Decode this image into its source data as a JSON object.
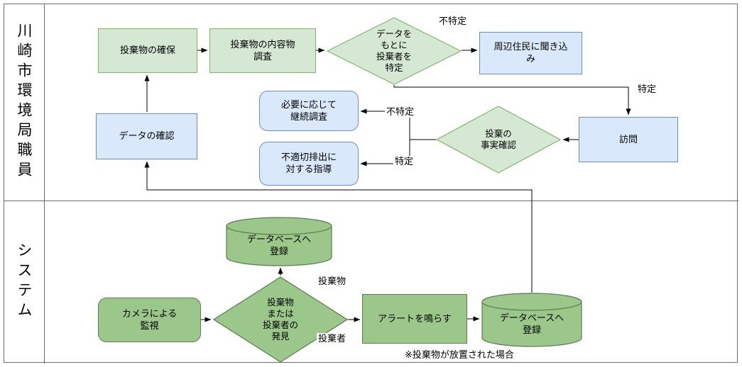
{
  "lanes": [
    {
      "label": "川崎市環境局職員"
    },
    {
      "label": "システム"
    }
  ],
  "nodes": {
    "secure_waste": {
      "label": "投棄物の確保",
      "type": "process"
    },
    "inspect_contents": {
      "label": "投棄物の内容物\n調査",
      "type": "process"
    },
    "identify_from_data": {
      "label": "データを\nもとに\n投棄者を\n特定",
      "type": "decision"
    },
    "interview_residents": {
      "label": "周辺住民に聞き込\nみ",
      "type": "process"
    },
    "check_data": {
      "label": "データの確認",
      "type": "process"
    },
    "continue_survey": {
      "label": "必要に応じて\n継続調査",
      "type": "process-rounded"
    },
    "guidance": {
      "label": "不適切排出に\n対する指導",
      "type": "process-rounded"
    },
    "confirm_fact": {
      "label": "投棄の\n事実確認",
      "type": "decision"
    },
    "visit": {
      "label": "訪問",
      "type": "process"
    },
    "db_register_top": {
      "label": "データベースへ\n登録",
      "type": "database"
    },
    "camera_monitor": {
      "label": "カメラによる\n監視",
      "type": "process-rounded"
    },
    "detect": {
      "label": "投棄物\nまたは\n投棄者の\n発見",
      "type": "decision"
    },
    "sound_alert": {
      "label": "アラートを鳴らす",
      "type": "process"
    },
    "db_register_bottom": {
      "label": "データベースへ\n登録",
      "type": "database"
    }
  },
  "edge_labels": {
    "unidentified_top": "不特定",
    "identified_right": "特定",
    "unidentified_mid": "不特定",
    "identified_mid": "特定",
    "waste_object": "投棄物",
    "waste_dumper": "投棄者"
  },
  "note": "※投棄物が放置された場合",
  "colors": {
    "light_green_fill": "#d5e8d4",
    "light_green_stroke": "#82b366",
    "blue_fill": "#dae8fc",
    "blue_stroke": "#6c8ebf",
    "green_fill": "#9bc88a",
    "green_stroke": "#5e7a52",
    "connector": "#000000",
    "lane_border": "#6e6e6e"
  }
}
